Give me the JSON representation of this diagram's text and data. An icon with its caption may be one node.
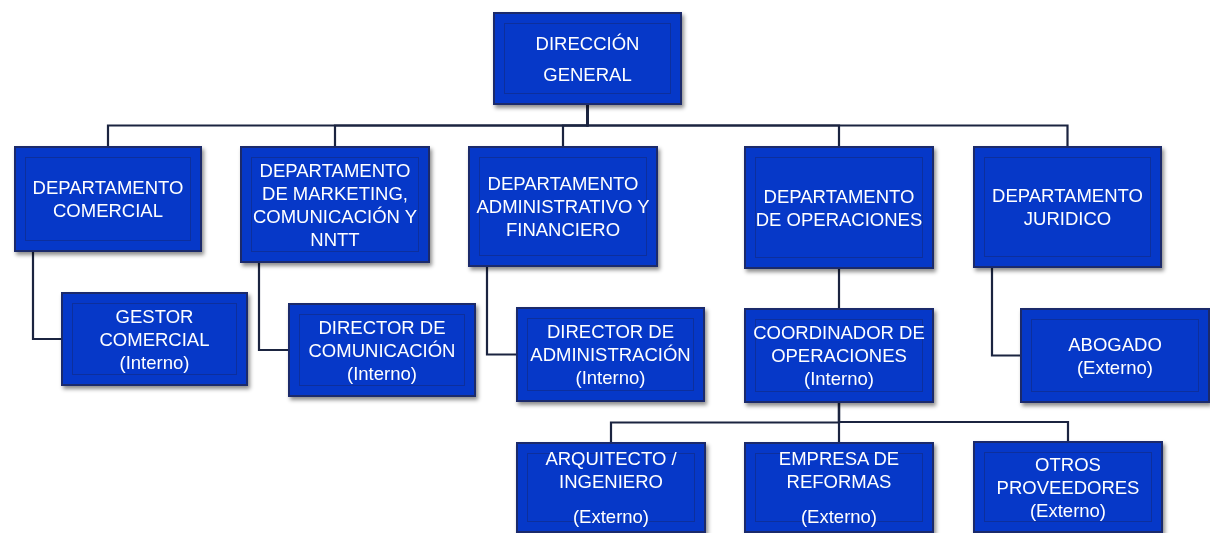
{
  "diagram": {
    "nodes": [
      {
        "text": [
          "DIRECCIÓN GENERAL"
        ]
      },
      {
        "text": [
          "DEPARTAMENTO COMERCIAL"
        ]
      },
      {
        "text": [
          "DEPARTAMENTO DE MARKETING, COMUNICACIÓN Y NNTT"
        ]
      },
      {
        "text": [
          "DEPARTAMENTO ADMINISTRATIVO Y FINANCIERO"
        ]
      },
      {
        "text": [
          "DEPARTAMENTO DE OPERACIONES"
        ]
      },
      {
        "text": [
          "DEPARTAMENTO JURIDICO"
        ]
      },
      {
        "text": [
          "GESTOR COMERCIAL",
          "(Interno)"
        ]
      },
      {
        "text": [
          "DIRECTOR DE COMUNICACIÓN",
          "(Interno)"
        ]
      },
      {
        "text": [
          "DIRECTOR DE ADMINISTRACIÓN",
          "(Interno)"
        ]
      },
      {
        "text": [
          "COORDINADOR DE OPERACIONES",
          "(Interno)"
        ]
      },
      {
        "text": [
          "ABOGADO",
          "(Externo)"
        ]
      },
      {
        "text": [
          "ARQUITECTO / INGENIERO",
          "(Externo)"
        ]
      },
      {
        "text": [
          "EMPRESA DE REFORMAS",
          "(Externo)"
        ]
      },
      {
        "text": [
          "OTROS PROVEEDORES",
          "(Externo)"
        ]
      }
    ],
    "edges": [
      {
        "from": 0,
        "to": 1,
        "arrow": "none"
      },
      {
        "from": 0,
        "to": 2,
        "arrow": "none"
      },
      {
        "from": 0,
        "to": 3,
        "arrow": "none"
      },
      {
        "from": 0,
        "to": 4,
        "arrow": "none"
      },
      {
        "from": 0,
        "to": 5,
        "arrow": "none"
      },
      {
        "from": 1,
        "to": 6,
        "arrow": "none"
      },
      {
        "from": 2,
        "to": 7,
        "arrow": "none"
      },
      {
        "from": 3,
        "to": 8,
        "arrow": "none"
      },
      {
        "from": 4,
        "to": 9,
        "arrow": "none"
      },
      {
        "from": 5,
        "to": 10,
        "arrow": "none"
      },
      {
        "from": 9,
        "to": 11,
        "arrow": "none"
      },
      {
        "from": 9,
        "to": 12,
        "arrow": "none"
      },
      {
        "from": 9,
        "to": 13,
        "arrow": "none"
      }
    ]
  }
}
